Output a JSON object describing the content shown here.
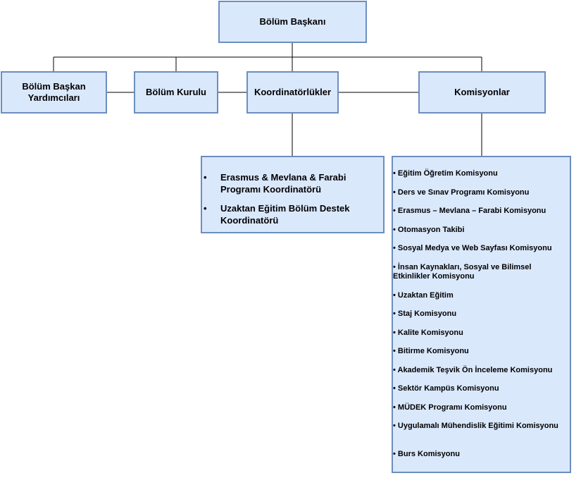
{
  "diagram": {
    "root": "Bölüm Başkanı",
    "level2": [
      {
        "id": "yardimci",
        "label": "Bölüm Başkan Yardımcıları"
      },
      {
        "id": "kurul",
        "label": "Bölüm Kurulu"
      },
      {
        "id": "koordinatorlukler",
        "label": "Koordinatörlükler"
      },
      {
        "id": "komisyonlar",
        "label": "Komisyonlar"
      }
    ],
    "koordinatorler": [
      "Erasmus & Mevlana & Farabi Programı Koordinatörü",
      "Uzaktan Eğitim Bölüm Destek Koordinatörü"
    ],
    "komisyonlar": [
      "Eğitim Öğretim Komisyonu",
      "Ders ve Sınav Programı Komisyonu",
      "Erasmus – Mevlana – Farabi Komisyonu",
      "Otomasyon Takibi",
      "Sosyal Medya ve Web Sayfası Komisyonu",
      "İnsan Kaynakları, Sosyal ve Bilimsel Etkinlikler Komisyonu",
      "Uzaktan Eğitim",
      "Staj Komisyonu",
      "Kalite Komisyonu",
      "Bitirme Komisyonu",
      "Akademik Teşvik Ön İnceleme Komisyonu",
      "Sektör Kampüs Komisyonu",
      "MÜDEK Programı Komisyonu",
      "Uygulamalı Mühendislik Eğitimi Komisyonu",
      "Burs Komisyonu"
    ],
    "colors": {
      "fill": "#dae8fc",
      "stroke": "#6c8ebf",
      "connector": "#000000"
    }
  }
}
